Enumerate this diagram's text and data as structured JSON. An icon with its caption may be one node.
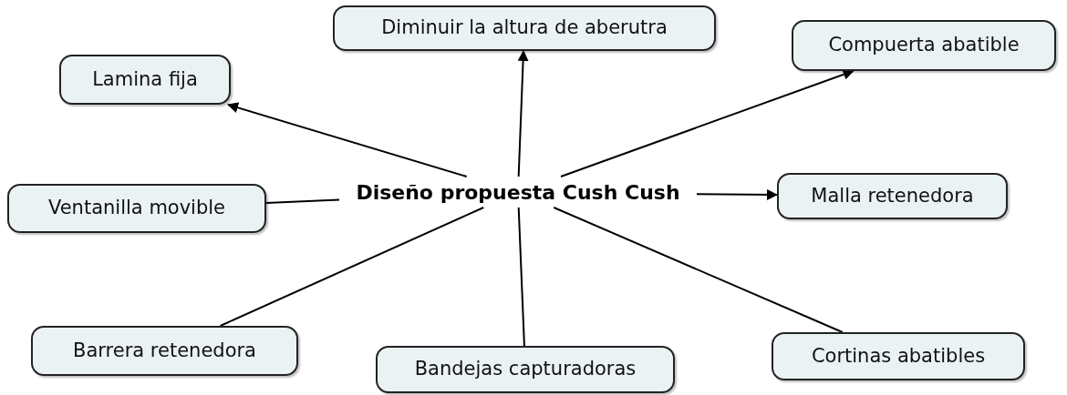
{
  "diagram": {
    "nodes": [
      {
        "text": [
          "Diseño propuesta Cush Cush"
        ]
      },
      {
        "text": [
          "Diminuir la altura de aberutra"
        ]
      },
      {
        "text": [
          "Lamina fija"
        ]
      },
      {
        "text": [
          "Compuerta abatible"
        ]
      },
      {
        "text": [
          "Ventanilla movible"
        ]
      },
      {
        "text": [
          "Malla retenedora"
        ]
      },
      {
        "text": [
          "Barrera retenedora"
        ]
      },
      {
        "text": [
          "Bandejas capturadoras"
        ]
      },
      {
        "text": [
          "Cortinas abatibles"
        ]
      }
    ],
    "edges": [
      {
        "from": 0,
        "to": 1,
        "arrow": "to"
      },
      {
        "from": 0,
        "to": 2,
        "arrow": "to"
      },
      {
        "from": 0,
        "to": 3,
        "arrow": "to"
      },
      {
        "from": 0,
        "to": 4,
        "arrow": "none"
      },
      {
        "from": 0,
        "to": 5,
        "arrow": "to"
      },
      {
        "from": 0,
        "to": 6,
        "arrow": "none"
      },
      {
        "from": 0,
        "to": 7,
        "arrow": "none"
      },
      {
        "from": 0,
        "to": 8,
        "arrow": "none"
      }
    ]
  }
}
